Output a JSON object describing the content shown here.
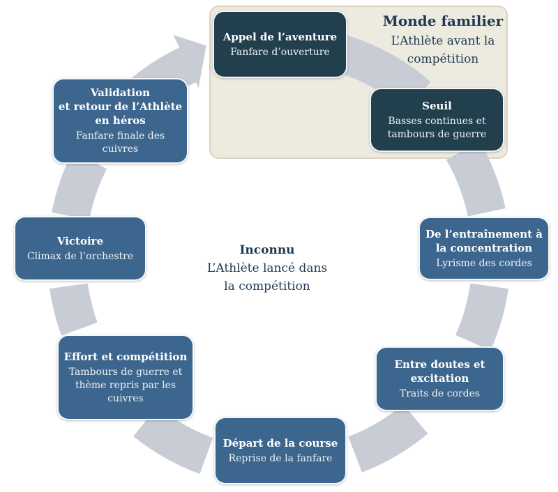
{
  "diagram": {
    "panel": {
      "title": "Monde familier",
      "subtitle_lines": [
        "L’Athlète avant la",
        "compétition"
      ]
    },
    "center": {
      "title": "Inconnu",
      "subtitle_lines": [
        "L’Athlète lancé dans",
        "la compétition"
      ]
    },
    "boxes": [
      {
        "id": "appel-de-l-aventure",
        "variant": "dark",
        "title_lines": [
          "Appel de l’aventure"
        ],
        "subtitle_lines": [
          "Fanfare d’ouverture"
        ]
      },
      {
        "id": "seuil",
        "variant": "dark",
        "title_lines": [
          "Seuil"
        ],
        "subtitle_lines": [
          "Basses continues et",
          "tambours de guerre"
        ]
      },
      {
        "id": "entrainement-concentration",
        "variant": "blue",
        "title_lines": [
          "De l’entraînement à",
          "la concentration"
        ],
        "subtitle_lines": [
          "Lyrisme des cordes"
        ]
      },
      {
        "id": "entre-doutes-excitation",
        "variant": "blue",
        "title_lines": [
          "Entre doutes et",
          "excitation"
        ],
        "subtitle_lines": [
          "Traits de cordes"
        ]
      },
      {
        "id": "depart-de-la-course",
        "variant": "blue",
        "title_lines": [
          "Départ de la course"
        ],
        "subtitle_lines": [
          "Reprise de la fanfare"
        ]
      },
      {
        "id": "effort-et-competition",
        "variant": "blue",
        "title_lines": [
          "Effort et compétition"
        ],
        "subtitle_lines": [
          "Tambours de guerre et",
          "thème repris par les",
          "cuivres"
        ]
      },
      {
        "id": "victoire",
        "variant": "blue",
        "title_lines": [
          "Victoire"
        ],
        "subtitle_lines": [
          "Climax de l’orchestre"
        ]
      },
      {
        "id": "validation-retour-heros",
        "variant": "blue",
        "title_lines": [
          "Validation",
          "et retour de l’Athlète",
          "en héros"
        ],
        "subtitle_lines": [
          "Fanfare finale des",
          "cuivres"
        ]
      }
    ],
    "arrow_direction": "clockwise",
    "colors": {
      "dark_box": "#223f4e",
      "blue_box": "#3d668e",
      "ring": "#c8ccd5",
      "panel_fill": "#edeae0",
      "panel_border": "#d9d2c0",
      "text_dark": "#1e3a52",
      "box_text": "#ffffff"
    }
  }
}
